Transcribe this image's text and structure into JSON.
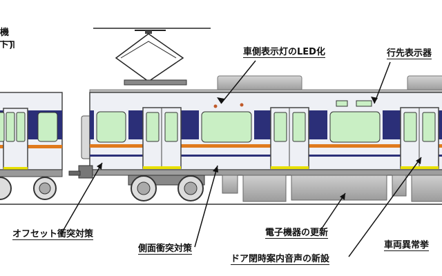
{
  "labels": {
    "top_left_1": "機",
    "top_left_2": "ト)",
    "led": "車側表示灯のLED化",
    "destination": "行先表示器",
    "offset": "オフセット衝突対策",
    "side": "側面衝突対策",
    "electronics": "電子機器の更新",
    "door": "ドア閉時案内音声の新設",
    "abnormal": "車両異常挙"
  },
  "colors": {
    "body": "#eef0f5",
    "stripe_navy": "#2b2f78",
    "stripe_orange": "#e07a1c",
    "window": "#c9efc4",
    "door_sill": "#e8e000",
    "underfloor": "#b5b5b5",
    "roof": "#a9a9a9",
    "led_lamp": "#c05a2a"
  }
}
